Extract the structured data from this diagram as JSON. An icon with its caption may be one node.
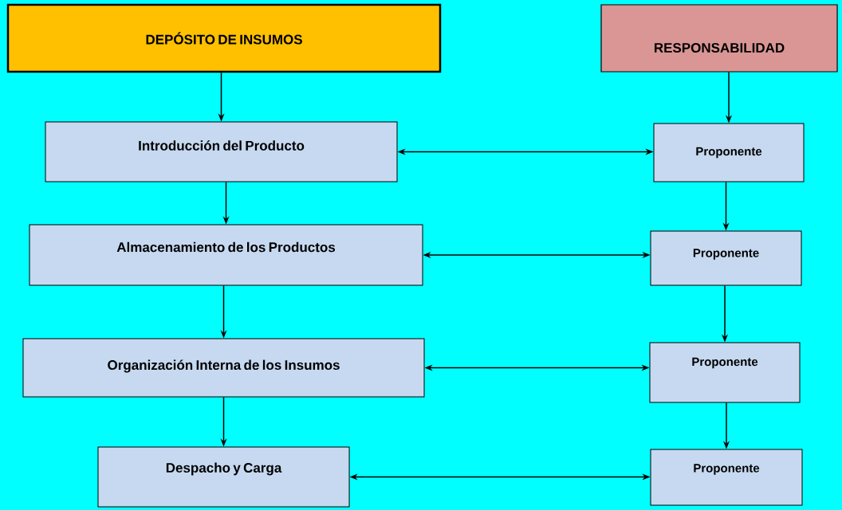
{
  "diagram": {
    "nodes": [
      {
        "text": [
          "DEPÓSITO DE INSUMOS"
        ]
      },
      {
        "text": [
          "RESPONSABILIDAD"
        ]
      },
      {
        "text": [
          "Introducción del Producto"
        ]
      },
      {
        "text": [
          "Proponente"
        ]
      },
      {
        "text": [
          "Almacenamiento de los Productos"
        ]
      },
      {
        "text": [
          "Proponente"
        ]
      },
      {
        "text": [
          "Organización Interna de los Insumos"
        ]
      },
      {
        "text": [
          "Proponente"
        ]
      },
      {
        "text": [
          "Despacho y Carga"
        ]
      },
      {
        "text": [
          "Proponente"
        ]
      }
    ],
    "edges": [
      {
        "from": 0,
        "to": 2,
        "arrow": "to"
      },
      {
        "from": 2,
        "to": 4,
        "arrow": "to"
      },
      {
        "from": 4,
        "to": 6,
        "arrow": "to"
      },
      {
        "from": 6,
        "to": 8,
        "arrow": "to"
      },
      {
        "from": 1,
        "to": 3,
        "arrow": "to"
      },
      {
        "from": 3,
        "to": 5,
        "arrow": "to"
      },
      {
        "from": 5,
        "to": 7,
        "arrow": "to"
      },
      {
        "from": 7,
        "to": 9,
        "arrow": "to"
      },
      {
        "from": 2,
        "to": 3,
        "arrow": "both"
      },
      {
        "from": 4,
        "to": 5,
        "arrow": "both"
      },
      {
        "from": 6,
        "to": 7,
        "arrow": "both"
      },
      {
        "from": 8,
        "to": 9,
        "arrow": "both"
      }
    ]
  }
}
